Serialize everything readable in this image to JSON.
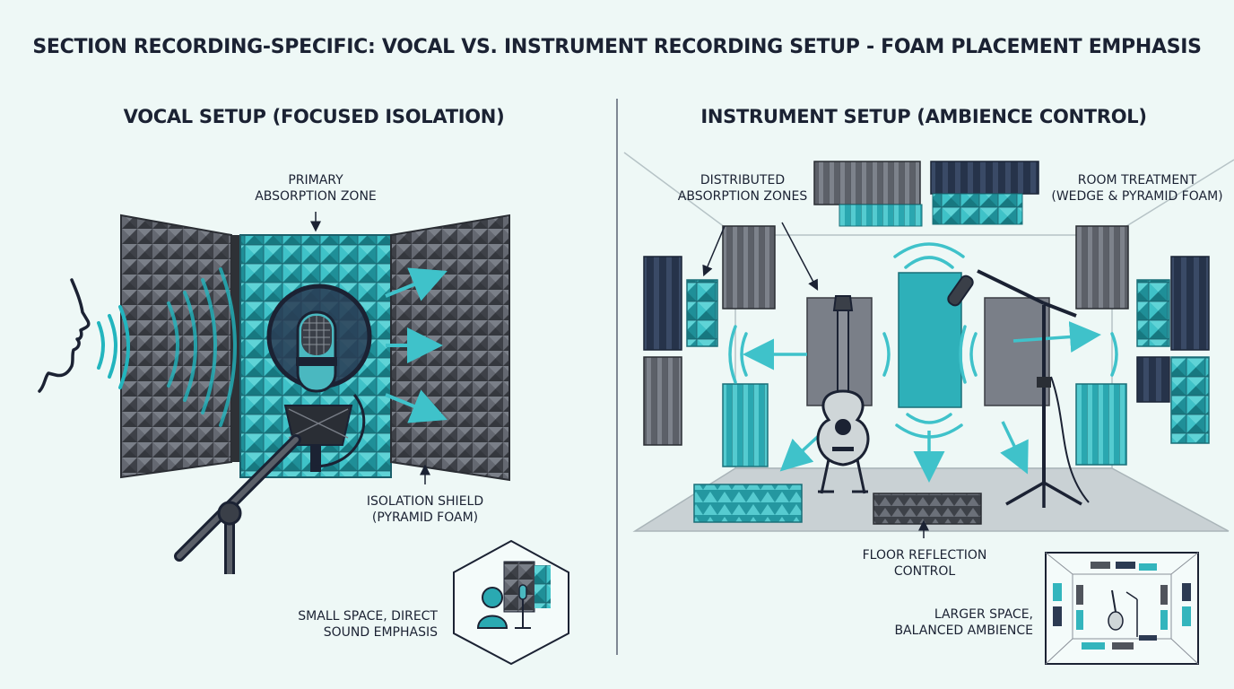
{
  "title": "SECTION RECORDING-SPECIFIC: VOCAL VS. INSTRUMENT RECORDING SETUP - FOAM PLACEMENT EMPHASIS",
  "vocal": {
    "heading": "VOCAL SETUP (FOCUSED ISOLATION)",
    "primary_zone": [
      "PRIMARY",
      "ABSORPTION ZONE"
    ],
    "isolation_shield": [
      "ISOLATION SHIELD",
      "(PYRAMID FOAM)"
    ],
    "inset_caption": [
      "SMALL SPACE, DIRECT",
      "SOUND EMPHASIS"
    ]
  },
  "instrument": {
    "heading": "INSTRUMENT SETUP (AMBIENCE CONTROL)",
    "distributed_zones": [
      "DISTRIBUTED",
      "ABSORPTION ZONES"
    ],
    "room_treatment": [
      "ROOM TREATMENT",
      "(WEDGE & PYRAMID FOAM)"
    ],
    "floor_reflection": [
      "FLOOR REFLECTION",
      "CONTROL"
    ],
    "inset_caption": [
      "LARGER SPACE,",
      "BALANCED AMBIENCE"
    ]
  },
  "icons": [
    "face-profile-icon",
    "condenser-microphone-icon",
    "mic-stand-icon",
    "acoustic-guitar-icon",
    "boom-stand-icon",
    "person-icon",
    "sound-wave-icon"
  ],
  "colors": {
    "background": "#eef8f6",
    "teal_foam": "#33b5bd",
    "dark_foam": "#50545c",
    "navy_foam": "#2c3a52",
    "ink": "#1b2233",
    "accent_arrow": "#3fc2ca"
  }
}
